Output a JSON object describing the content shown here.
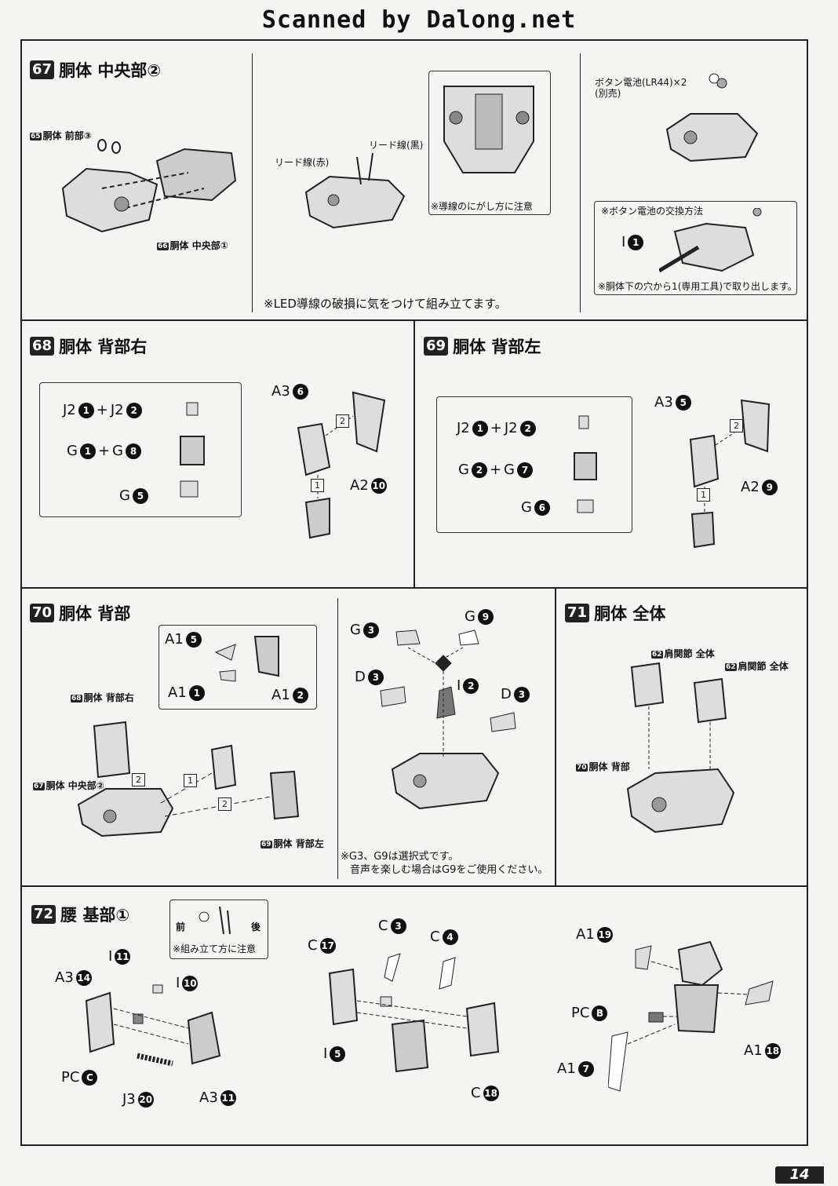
{
  "header": {
    "scan_credit": "Scanned by Dalong.net"
  },
  "steps": {
    "s67": {
      "number": "67",
      "title": "胴体 中央部②",
      "ref_front": {
        "num": "65",
        "text": "胴体 前部③"
      },
      "ref_center": {
        "num": "66",
        "text": "胴体 中央部①"
      },
      "lead_red": "リード線(赤)",
      "lead_black": "リード線(黒)",
      "wire_note": "※導線のにがし方に注意",
      "battery": "ボタン電池(LR44)×2",
      "battery_sold": "(別売)",
      "swap_title": "※ボタン電池の交換方法",
      "swap_code": {
        "letter": "I",
        "num": "1"
      },
      "swap_note": "※胴体下の穴から1(専用工具)で取り出します。",
      "led_note": "※LED導線の破損に気をつけて組み立てます。"
    },
    "s68": {
      "number": "68",
      "title": "胴体 背部右",
      "codes": [
        {
          "a": "J2",
          "an": "1",
          "b": "J2",
          "bn": "2"
        },
        {
          "a": "G",
          "an": "1",
          "b": "G",
          "bn": "8"
        }
      ],
      "single": {
        "l": "G",
        "n": "5"
      },
      "a3": {
        "l": "A3",
        "n": "6"
      },
      "a2": {
        "l": "A2",
        "n": "10"
      },
      "seq1": "1",
      "seq2": "2"
    },
    "s69": {
      "number": "69",
      "title": "胴体 背部左",
      "codes": [
        {
          "a": "J2",
          "an": "1",
          "b": "J2",
          "bn": "2"
        },
        {
          "a": "G",
          "an": "2",
          "b": "G",
          "bn": "7"
        }
      ],
      "single": {
        "l": "G",
        "n": "6"
      },
      "a3": {
        "l": "A3",
        "n": "5"
      },
      "a2": {
        "l": "A2",
        "n": "9"
      },
      "seq1": "1",
      "seq2": "2"
    },
    "s70": {
      "number": "70",
      "title": "胴体 背部",
      "inset": [
        {
          "l": "A1",
          "n": "5"
        },
        {
          "l": "A1",
          "n": "1"
        },
        {
          "l": "A1",
          "n": "2"
        }
      ],
      "ref_right": {
        "num": "68",
        "text": "胴体 背部右"
      },
      "ref_center": {
        "num": "67",
        "text": "胴体 中央部②"
      },
      "ref_left": {
        "num": "69",
        "text": "胴体 背部左"
      },
      "seq1": "1",
      "seq2": "2",
      "opts": [
        {
          "l": "G",
          "n": "3"
        },
        {
          "l": "G",
          "n": "9"
        },
        {
          "l": "D",
          "n": "3"
        },
        {
          "l": "I",
          "n": "2"
        },
        {
          "l": "D",
          "n": "3"
        }
      ],
      "note1": "※G3、G9は選択式です。",
      "note2": "音声を楽しむ場合はG9をご使用ください。"
    },
    "s71": {
      "number": "71",
      "title": "胴体 全体",
      "ref_shoulder1": {
        "num": "62",
        "text": "肩関節 全体"
      },
      "ref_shoulder2": {
        "num": "62",
        "text": "肩関節 全体"
      },
      "ref_back": {
        "num": "70",
        "text": "胴体 背部"
      }
    },
    "s72": {
      "number": "72",
      "title": "腰 基部①",
      "inset_front": "前",
      "inset_back": "後",
      "inset_note": "※組み立て方に注意",
      "left": [
        {
          "l": "I",
          "n": "11"
        },
        {
          "l": "A3",
          "n": "14"
        },
        {
          "l": "I",
          "n": "10"
        },
        {
          "l": "PC",
          "n": "C"
        },
        {
          "l": "J3",
          "n": "20"
        },
        {
          "l": "A3",
          "n": "11"
        }
      ],
      "mid": [
        {
          "l": "C",
          "n": "3"
        },
        {
          "l": "C",
          "n": "17"
        },
        {
          "l": "C",
          "n": "4"
        },
        {
          "l": "I",
          "n": "5"
        },
        {
          "l": "C",
          "n": "18"
        }
      ],
      "right": [
        {
          "l": "A1",
          "n": "19"
        },
        {
          "l": "PC",
          "n": "B"
        },
        {
          "l": "A1",
          "n": "7"
        },
        {
          "l": "A1",
          "n": "18"
        }
      ]
    }
  },
  "footer": {
    "page_number": "14"
  }
}
